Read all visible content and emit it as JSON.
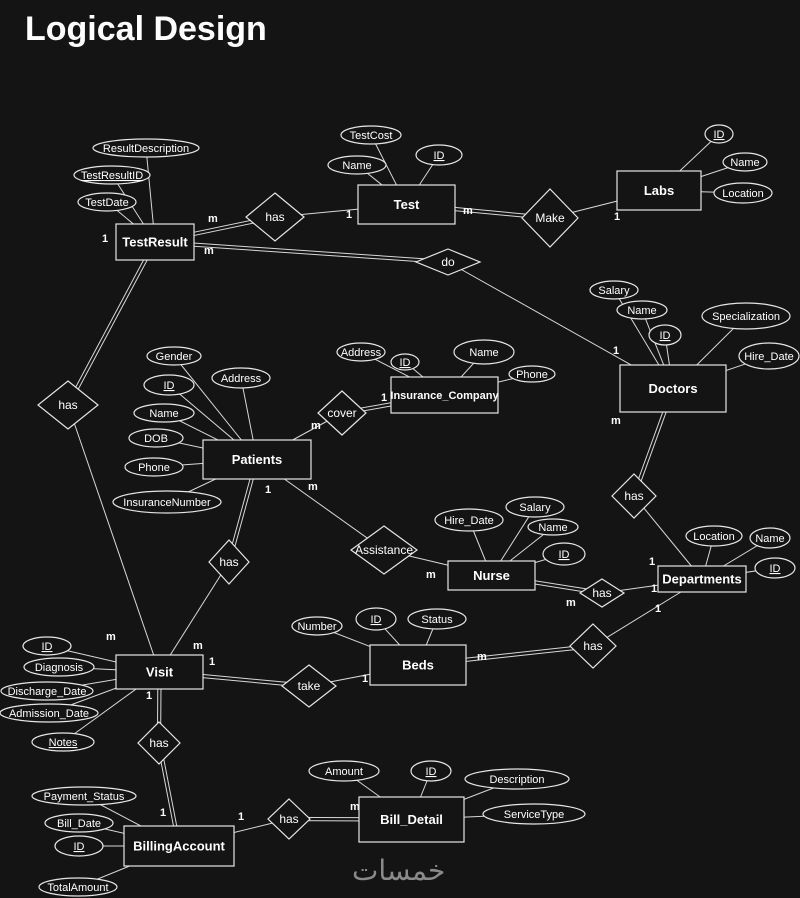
{
  "title": "Logical Design",
  "watermark": "خمسات",
  "colors": {
    "background": "#141414",
    "stroke": "#e6e6e6",
    "text": "#ffffff"
  },
  "entities": {
    "testresult": "TestResult",
    "test": "Test",
    "labs": "Labs",
    "doctors": "Doctors",
    "insurance": "Insurance_Company",
    "patients": "Patients",
    "nurse": "Nurse",
    "departments": "Departments",
    "beds": "Beds",
    "visit": "Visit",
    "billing": "BillingAccount",
    "billdetail": "Bill_Detail"
  },
  "relationships": {
    "r_tr_test": "has",
    "r_make": "Make",
    "r_do": "do",
    "r_tr_visit": "has",
    "r_cover": "cover",
    "r_pat_visit": "has",
    "r_assist": "Assistance",
    "r_doc_dep": "has",
    "r_nurse_dep": "has",
    "r_beds_dep": "has",
    "r_take": "take",
    "r_visit_bill": "has",
    "r_bill_detail": "has"
  },
  "attributes": {
    "testresult": [
      {
        "label": "ResultDescription",
        "key": false
      },
      {
        "label": "TestResultID",
        "key": true
      },
      {
        "label": "TestDate",
        "key": false
      }
    ],
    "test": [
      {
        "label": "TestCost",
        "key": false
      },
      {
        "label": "Name",
        "key": false
      },
      {
        "label": "ID",
        "key": true
      }
    ],
    "labs": [
      {
        "label": "ID",
        "key": true
      },
      {
        "label": "Name",
        "key": false
      },
      {
        "label": "Location",
        "key": false
      }
    ],
    "doctors": [
      {
        "label": "Salary",
        "key": false
      },
      {
        "label": "Name",
        "key": false
      },
      {
        "label": "ID",
        "key": true
      },
      {
        "label": "Specialization",
        "key": false
      },
      {
        "label": "Hire_Date",
        "key": false
      }
    ],
    "insurance": [
      {
        "label": "Address",
        "key": false
      },
      {
        "label": "ID",
        "key": true
      },
      {
        "label": "Name",
        "key": false
      },
      {
        "label": "Phone",
        "key": false
      }
    ],
    "patients": [
      {
        "label": "Gender",
        "key": false
      },
      {
        "label": "Address",
        "key": false
      },
      {
        "label": "ID",
        "key": true
      },
      {
        "label": "Name",
        "key": false
      },
      {
        "label": "DOB",
        "key": false
      },
      {
        "label": "Phone",
        "key": false
      },
      {
        "label": "InsuranceNumber",
        "key": false
      }
    ],
    "nurse": [
      {
        "label": "Hire_Date",
        "key": false
      },
      {
        "label": "Salary",
        "key": false
      },
      {
        "label": "Name",
        "key": false
      },
      {
        "label": "ID",
        "key": true
      }
    ],
    "departments": [
      {
        "label": "Location",
        "key": false
      },
      {
        "label": "Name",
        "key": false
      },
      {
        "label": "ID",
        "key": true
      }
    ],
    "beds": [
      {
        "label": "Number",
        "key": false
      },
      {
        "label": "ID",
        "key": true
      },
      {
        "label": "Status",
        "key": false
      }
    ],
    "visit": [
      {
        "label": "ID",
        "key": true
      },
      {
        "label": "Diagnosis",
        "key": false
      },
      {
        "label": "Discharge_Date",
        "key": false
      },
      {
        "label": "Admission_Date",
        "key": false
      },
      {
        "label": "Notes",
        "key": true
      }
    ],
    "billing": [
      {
        "label": "Payment_Status",
        "key": false
      },
      {
        "label": "Bill_Date",
        "key": false
      },
      {
        "label": "ID",
        "key": true
      },
      {
        "label": "TotalAmount",
        "key": false
      }
    ],
    "billdetail": [
      {
        "label": "Amount",
        "key": false
      },
      {
        "label": "ID",
        "key": true
      },
      {
        "label": "Description",
        "key": false
      },
      {
        "label": "ServiceType",
        "key": false
      }
    ]
  },
  "connections": [
    {
      "from": "testresult",
      "to": "r_tr_test",
      "double": true,
      "card": "m"
    },
    {
      "from": "r_tr_test",
      "to": "test",
      "double": false,
      "card": "1"
    },
    {
      "from": "test",
      "to": "r_make",
      "double": true,
      "card": "m"
    },
    {
      "from": "r_make",
      "to": "labs",
      "double": false,
      "card": "1"
    },
    {
      "from": "testresult",
      "to": "r_do",
      "double": true,
      "card": "m"
    },
    {
      "from": "r_do",
      "to": "doctors",
      "double": false,
      "card": "1"
    },
    {
      "from": "testresult",
      "to": "r_tr_visit",
      "double": true,
      "card": "1"
    },
    {
      "from": "r_tr_visit",
      "to": "visit",
      "double": false,
      "card": "m"
    },
    {
      "from": "patients",
      "to": "r_cover",
      "double": false,
      "card": "m"
    },
    {
      "from": "r_cover",
      "to": "insurance",
      "double": true,
      "card": "1"
    },
    {
      "from": "patients",
      "to": "r_pat_visit",
      "double": true,
      "card": "1"
    },
    {
      "from": "r_pat_visit",
      "to": "visit",
      "double": false,
      "card": "m"
    },
    {
      "from": "patients",
      "to": "r_assist",
      "double": false,
      "card": "m"
    },
    {
      "from": "r_assist",
      "to": "nurse",
      "double": false,
      "card": "m"
    },
    {
      "from": "doctors",
      "to": "r_doc_dep",
      "double": true,
      "card": "m"
    },
    {
      "from": "r_doc_dep",
      "to": "departments",
      "double": false,
      "card": "1"
    },
    {
      "from": "nurse",
      "to": "r_nurse_dep",
      "double": true,
      "card": "m"
    },
    {
      "from": "r_nurse_dep",
      "to": "departments",
      "double": false,
      "card": "1"
    },
    {
      "from": "beds",
      "to": "r_beds_dep",
      "double": true,
      "card": "m"
    },
    {
      "from": "r_beds_dep",
      "to": "departments",
      "double": false,
      "card": "1"
    },
    {
      "from": "visit",
      "to": "r_take",
      "double": true,
      "card": "1"
    },
    {
      "from": "r_take",
      "to": "beds",
      "double": false,
      "card": "1"
    },
    {
      "from": "visit",
      "to": "r_visit_bill",
      "double": true,
      "card": "1"
    },
    {
      "from": "r_visit_bill",
      "to": "billing",
      "double": true,
      "card": "1"
    },
    {
      "from": "billing",
      "to": "r_bill_detail",
      "double": false,
      "card": "1"
    },
    {
      "from": "r_bill_detail",
      "to": "billdetail",
      "double": true,
      "card": "m"
    }
  ]
}
